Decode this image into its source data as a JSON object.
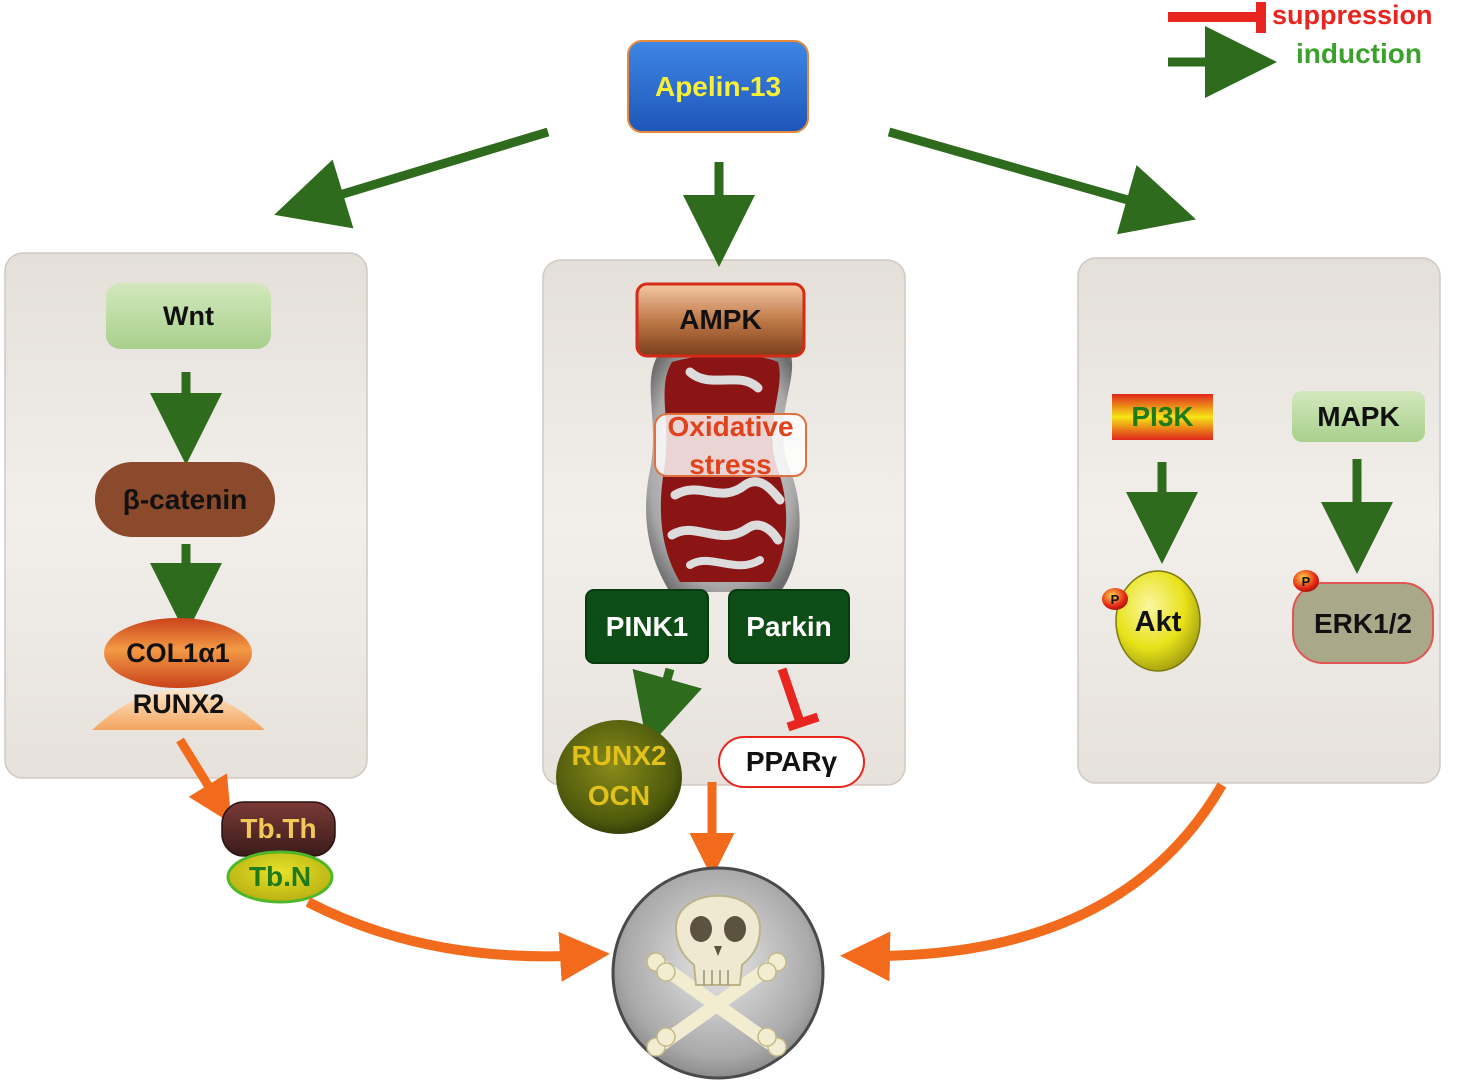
{
  "legend": {
    "suppression": "suppression",
    "induction": "induction"
  },
  "root": "Apelin-13",
  "left_panel": {
    "wnt": "Wnt",
    "beta_catenin": "β-catenin",
    "col1a1": "COL1α1",
    "runx2": "RUNX2"
  },
  "middle_panel": {
    "ampk": "AMPK",
    "oxidative_stress_1": "Oxidative",
    "oxidative_stress_2": "stress",
    "pink1": "PINK1",
    "parkin": "Parkin",
    "runx2": "RUNX2",
    "ocn": "OCN",
    "ppar": "PPARγ"
  },
  "right_panel": {
    "pi3k": "PI3K",
    "mapk": "MAPK",
    "akt": "Akt",
    "erk": "ERK1/2",
    "phospho": "P"
  },
  "outcomes": {
    "tb_th": "Tb.Th",
    "tb_n": "Tb.N"
  },
  "colors": {
    "induction": "#2e6b1c",
    "suppression": "#e8251f",
    "effect": "#f26b1d",
    "apelin_fill": "#2e6fd1",
    "panel_fill": "#ece8e3"
  }
}
